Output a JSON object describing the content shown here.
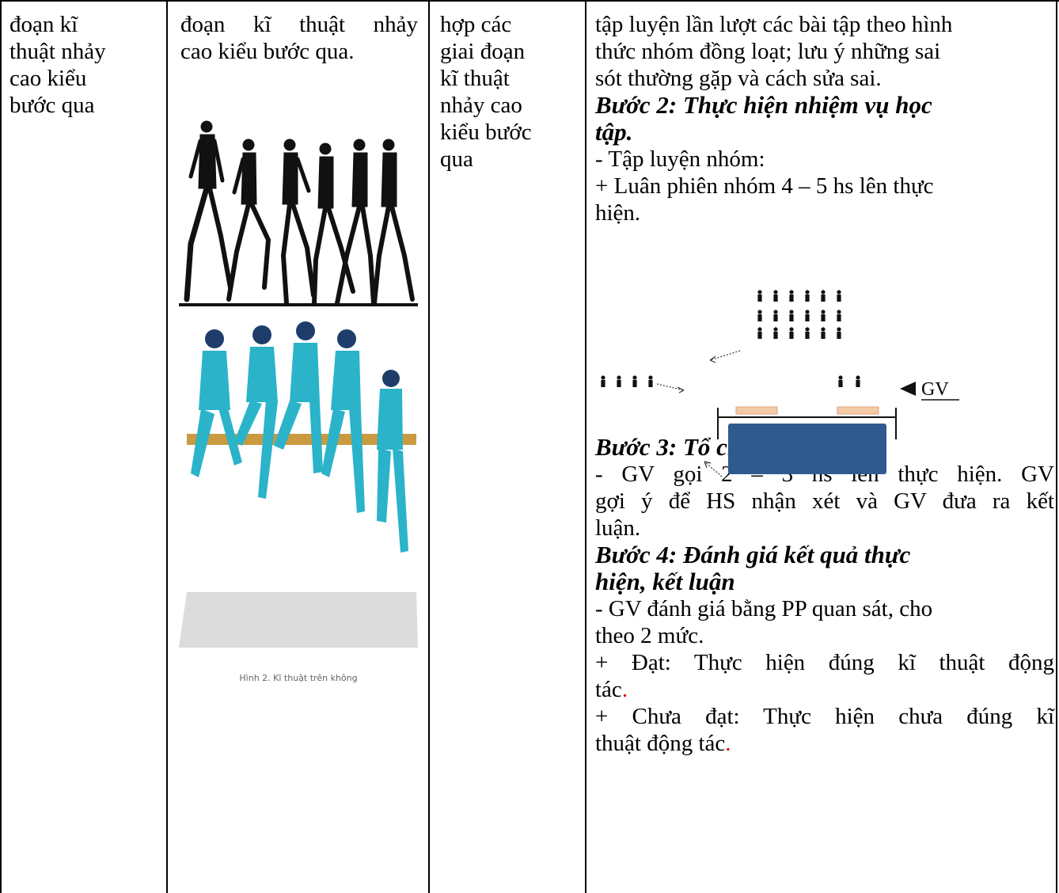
{
  "col1": {
    "lines": [
      "đoạn kĩ",
      "thuật nhảy",
      "cao kiểu",
      "bước qua"
    ]
  },
  "col2": {
    "lines": [
      "đoạn kĩ thuật nhảy",
      "cao kiểu bước qua."
    ],
    "figure_caption": "Hình 2. Kĩ thuật trên không"
  },
  "col3": {
    "lines": [
      "hợp các",
      "giai đoạn",
      "kĩ thuật",
      "nhảy cao",
      "kiểu bước",
      "qua"
    ]
  },
  "col4": {
    "intro_lines": [
      "tập luyện lần lượt các bài tập theo hình",
      "thức nhóm đồng loạt; lưu ý những sai",
      "sót thường gặp và cách sửa sai."
    ],
    "step2_title_lines": [
      "Bước 2: Thực hiện nhiệm vụ học",
      "tập."
    ],
    "step2_lines": [
      "- Tập luyện nhóm:",
      "+ Luân phiên nhóm  4 – 5 hs lên thực",
      "hiện."
    ],
    "diagram": {
      "gv_label": "GV",
      "bar_color": "#2f5a8f",
      "mat_color": "#f4c9a6"
    },
    "step3_title": "Bước 3: Tổ chức báo cáo",
    "step3_lines": [
      "- GV gọi 2 – 3 hs lên thực hiện. GV",
      "gợi ý để HS nhận xét và GV đưa ra kết",
      "luận."
    ],
    "step4_title_lines": [
      "Bước 4: Đánh giá kết quả thực",
      "hiện, kết luận"
    ],
    "step4_lines": [
      " - GV đánh giá bằng PP quan sát, cho",
      "theo 2 mức.",
      "+ Đạt: Thực hiện đúng kĩ thuật động",
      "tác",
      "+ Chưa đạt: Thực hiện chưa đúng kĩ",
      "thuật động tác"
    ],
    "red_period": "."
  },
  "colors": {
    "border": "#000000",
    "accent_red": "#e00000",
    "jersey": "#2bb3c9"
  }
}
